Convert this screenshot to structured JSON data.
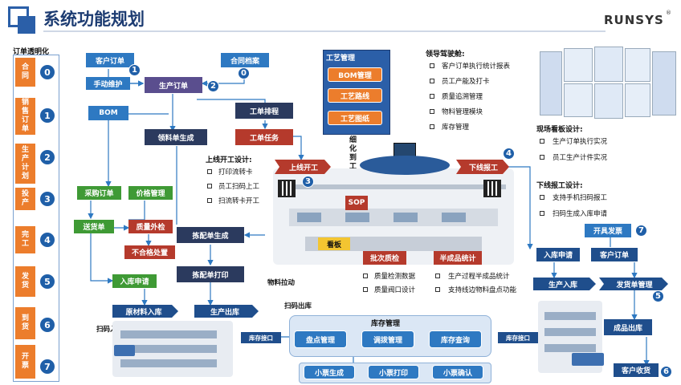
{
  "header": {
    "title": "系统功能规划",
    "brand": "RUNSYS",
    "brand_mark": "®"
  },
  "sidebar": {
    "title": "订单透明化",
    "items": [
      {
        "label": "合同",
        "num": "0"
      },
      {
        "label": "销售订单",
        "num": "1"
      },
      {
        "label": "生产计划",
        "num": "2"
      },
      {
        "label": "投产",
        "num": "3"
      },
      {
        "label": "完工",
        "num": "4"
      },
      {
        "label": "发货",
        "num": "5"
      },
      {
        "label": "到货",
        "num": "6"
      },
      {
        "label": "开票",
        "num": "7"
      }
    ]
  },
  "flow": {
    "customer_order": "客户订单",
    "customer_file": "合同档案",
    "manual_maint": "手动维护",
    "production_order": "生产订单",
    "bom": "BOM",
    "work_sched": "工单排程",
    "material_gen": "领料单生成",
    "work_task": "工单任务",
    "purchase_order": "采购订单",
    "price_mgmt": "价格管理",
    "delivery_note": "送货单",
    "quality_out": "质量外检",
    "nonconform": "不合格处置",
    "picking_gen": "拣配单生成",
    "picking_print": "拣配单打印",
    "inbound_req": "入库申请",
    "raw_inbound": "原材料入库",
    "prod_outbound": "生产出库",
    "scan_inbound": "扫码入库",
    "scan_outbound": "扫码出库",
    "material_pull": "物料拉动",
    "online_start": "上线开工",
    "offline_report": "下线报工",
    "kanban": "看板",
    "sop": "SOP",
    "batch_qc": "批次质检",
    "semi_stats": "半成品统计",
    "inbound_req2": "入库申请",
    "customer_order2": "客户订单",
    "open_invoice": "开具发票",
    "prod_inbound": "生产入库",
    "ship_mgmt": "发货单管理",
    "finished_out": "成品出库",
    "customer_receipt": "客户收货",
    "refine_text": "细化到工步",
    "badges": [
      "1",
      "0",
      "2",
      "3",
      "4",
      "5",
      "6",
      "7"
    ]
  },
  "process": {
    "title": "工艺管理",
    "items": [
      "BOM管理",
      "工艺路线",
      "工艺图纸"
    ]
  },
  "leader": {
    "title": "领导驾驶舱:",
    "items": [
      "客户订单执行统计报表",
      "员工产能及打卡",
      "质量追溯管理",
      "物料管理模块",
      "库存管理"
    ]
  },
  "kanban_design": {
    "title": "现场看板设计:",
    "items": [
      "生产订单执行实况",
      "员工生产计件实况"
    ]
  },
  "offline_design": {
    "title": "下线报工设计:",
    "items": [
      "支持手机扫码报工",
      "扫码生成入库申请"
    ]
  },
  "online_design": {
    "title": "上线开工设计:",
    "items": [
      "打印流转卡",
      "员工扫码上工",
      "扫流转卡开工"
    ]
  },
  "quality_list": [
    "质量检测数据",
    "质量阀口设计"
  ],
  "semi_list": [
    "生产过程半成品统计",
    "支持线边物料盘点功能"
  ],
  "inventory": {
    "title": "库存管理",
    "items": [
      "盘点管理",
      "调拨管理",
      "库存查询"
    ],
    "port_left": "库存接口",
    "port_right": "库存接口"
  },
  "tickets": {
    "items": [
      "小票生成",
      "小票打印",
      "小票确认"
    ]
  }
}
